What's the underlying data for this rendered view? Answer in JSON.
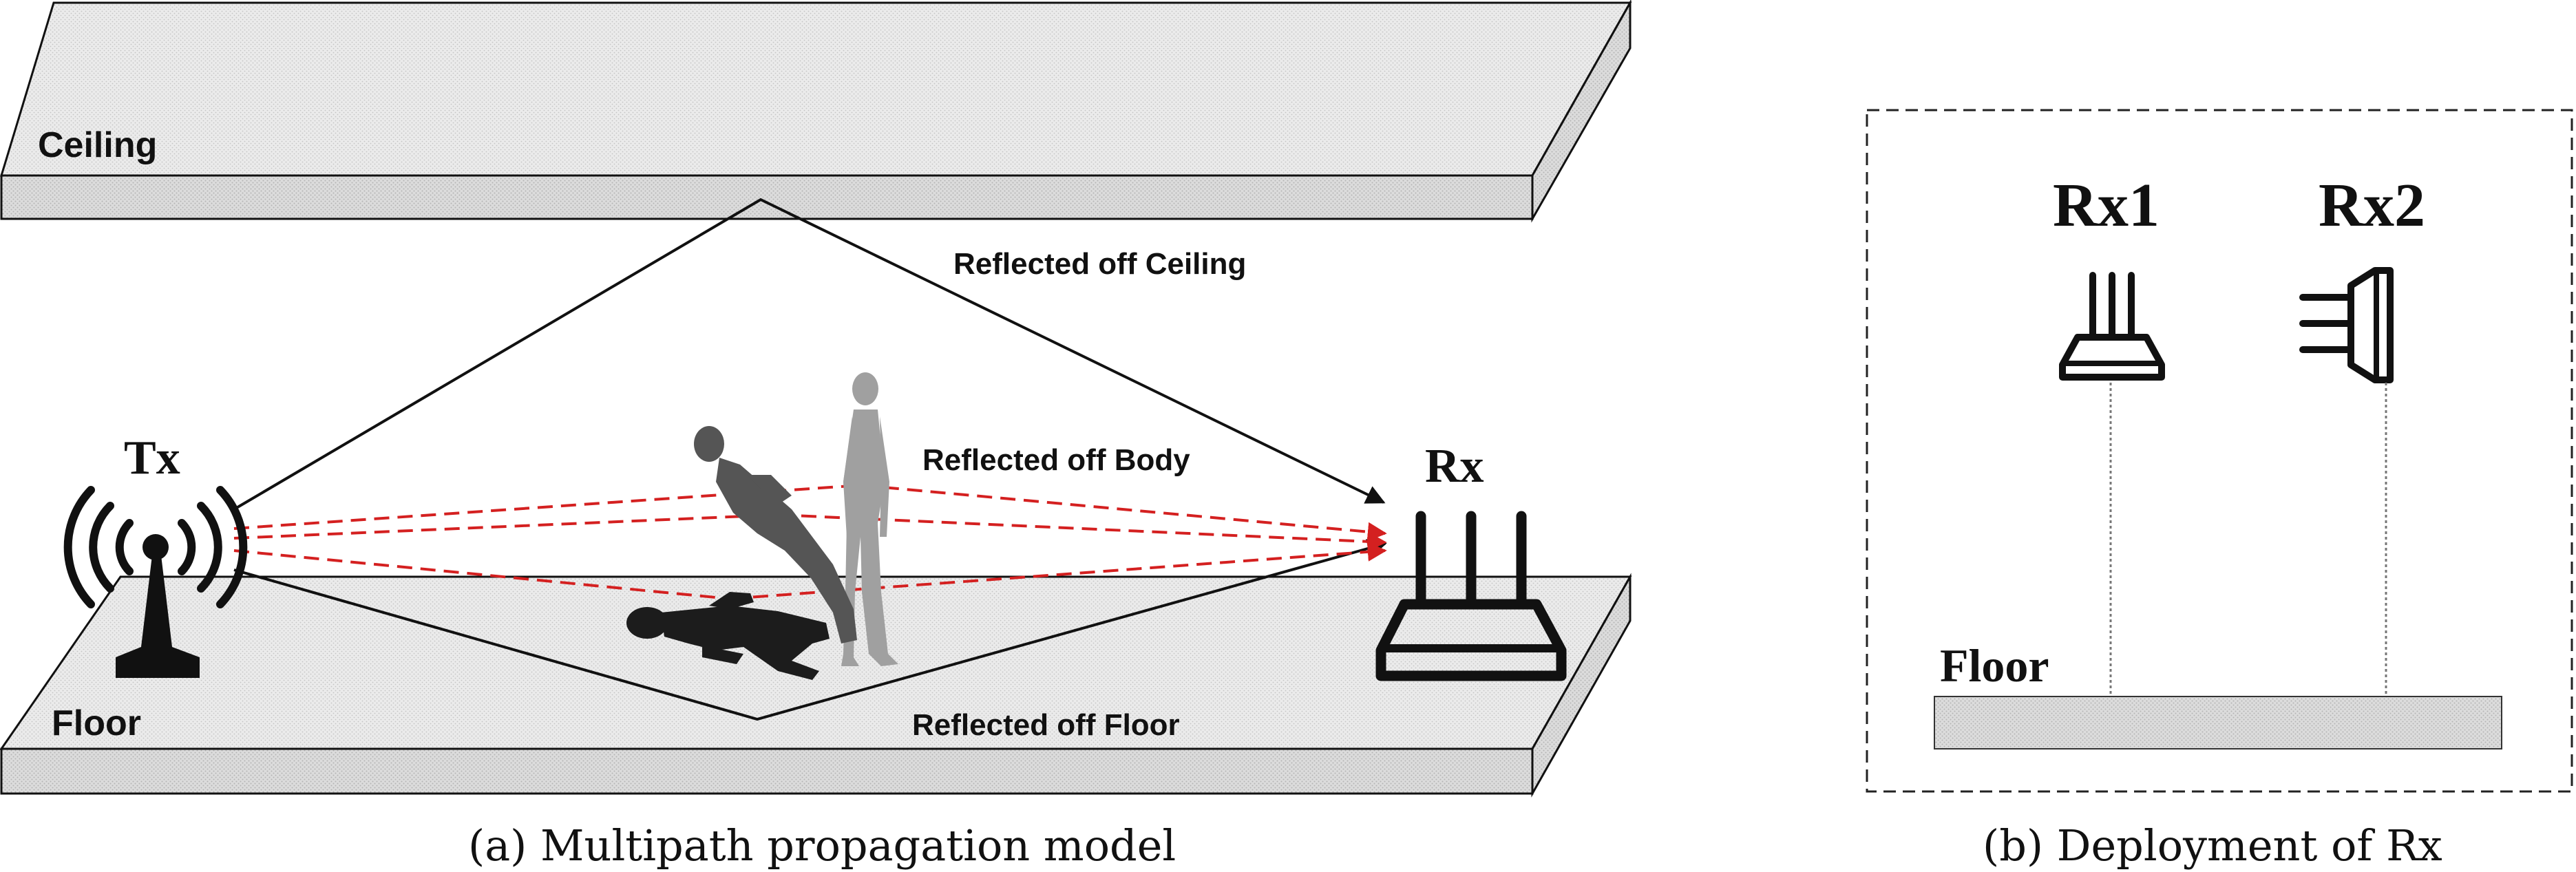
{
  "panel_a": {
    "ceiling_label": "Ceiling",
    "floor_label": "Floor",
    "tx_label": "Tx",
    "rx_label": "Rx",
    "path_ceiling_label": "Reflected off Ceiling",
    "path_body_label": "Reflected off Body",
    "path_floor_label": "Reflected off Floor",
    "caption": "(a)  Multipath propagation model"
  },
  "panel_b": {
    "rx1_label": "Rx1",
    "rx2_label": "Rx2",
    "floor_label": "Floor",
    "caption": "(b)  Deployment of Rx"
  },
  "colors": {
    "line": "#111111",
    "reflection_dashed": "#d42020",
    "slab_fill": "#e6e6e6",
    "slab_side": "#d4d4d4",
    "figure_dark": "#1c1c1c",
    "figure_mid": "#555555",
    "figure_light": "#a0a0a0"
  }
}
